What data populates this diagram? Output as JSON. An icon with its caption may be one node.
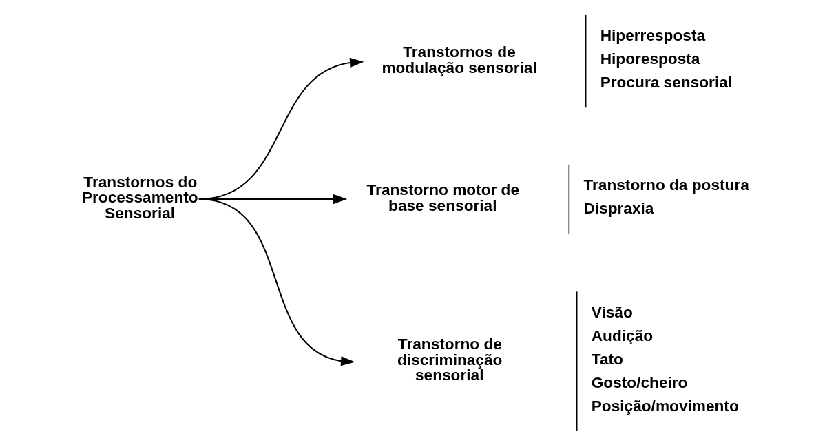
{
  "diagram": {
    "nodes": [
      {
        "text": [
          "Transtornos do Processamento Sensorial"
        ]
      },
      {
        "text": [
          "Transtornos de modulação sensorial",
          "Hiperresposta",
          "Hiporesposta",
          "Procura sensorial"
        ]
      },
      {
        "text": [
          "Transtorno motor de base sensorial",
          "Transtorno da postura",
          "Dispraxia"
        ]
      },
      {
        "text": [
          "Transtorno de discriminação sensorial",
          "Visão",
          "Audição",
          "Tato",
          "Gosto/cheiro",
          "Posição/movimento"
        ]
      }
    ],
    "edges": [
      {
        "from": 0,
        "to": 1,
        "arrow": "to"
      },
      {
        "from": 0,
        "to": 2,
        "arrow": "to"
      },
      {
        "from": 0,
        "to": 3,
        "arrow": "to"
      }
    ]
  }
}
